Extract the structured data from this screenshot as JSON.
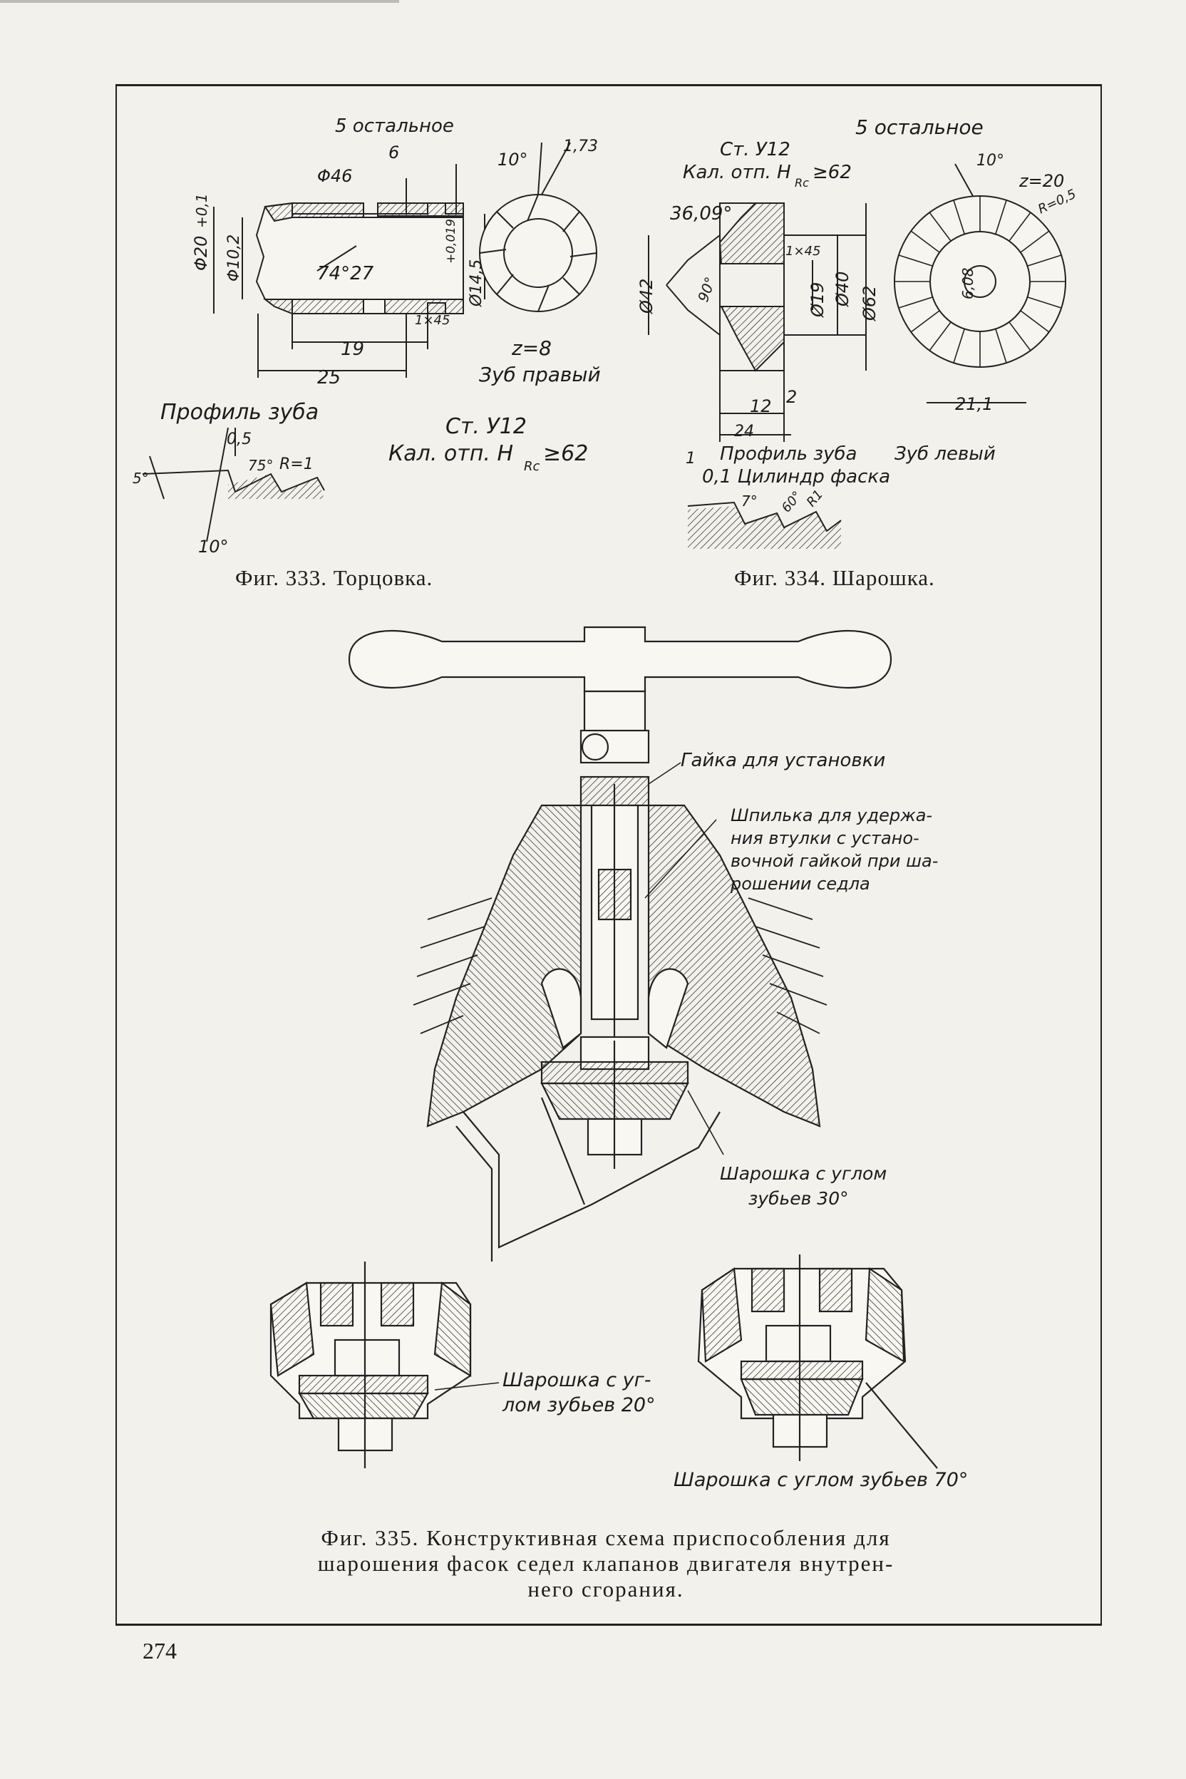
{
  "page_number": "274",
  "fig333": {
    "caption": "Фиг. 333. Торцовка.",
    "roughness": "5 остальное",
    "dims": {
      "d46": "Φ46",
      "six": "6",
      "d20": "Φ20",
      "tol20": "+0,1",
      "d102": "Φ10,2",
      "angle": "74°27",
      "d145": "Ø14,5",
      "tol145": "+0,019",
      "ch": "1×45",
      "l19": "19",
      "l25": "25",
      "ang10": "10°",
      "w173": "1,73",
      "z": "z=8",
      "tooth_dir": "Зуб правый"
    },
    "material_1": "Ст. У12",
    "material_2": "Кал. отп. H",
    "hrc_sub": "Rc",
    "hrc_val": "≥62",
    "profile": {
      "title": "Профиль зуба",
      "v05": "0,5",
      "a5": "5°",
      "a75": "75°",
      "r1": "R=1",
      "a10": "10°"
    }
  },
  "fig334": {
    "caption": "Фиг. 334. Шарошка.",
    "roughness": "5 остальное",
    "material_1": "Ст. У12",
    "material_2": "Кал. отп. H",
    "hrc_sub": "Rc",
    "hrc_val": "≥62",
    "dims": {
      "a3609": "36,09°",
      "d42": "Ø42",
      "a90": "90°",
      "ch145": "1×45",
      "d19": "Ø19",
      "d40": "Ø40",
      "d62": "Ø62",
      "l12": "12",
      "l2": "2",
      "l24": "24",
      "a10": "10°",
      "z": "z=20",
      "r": "R=0,5",
      "v608": "6,08",
      "l211": "21,1"
    },
    "profile_title": "Профиль зуба",
    "tooth_dir": "Зуб левый",
    "chamfer": "0,1 Цилиндр фаска",
    "v1": "1",
    "a7": "7°",
    "a60": "60°",
    "r1": "R1"
  },
  "fig335": {
    "caption_line1": "Фиг. 335. Конструктивная схема приспособления для",
    "caption_line2": "шарошения фасок седел клапанов двигателя внутрен-",
    "caption_line3": "него сгорания.",
    "label_nut": "Гайка для установки",
    "label_pin_1": "Шпилька для удержа-",
    "label_pin_2": "ния втулки с устано-",
    "label_pin_3": "вочной гайкой при ша-",
    "label_pin_4": "рошении седла",
    "label_cutter30_1": "Шарошка с углом",
    "label_cutter30_2": "зубьев 30°",
    "label_cutter20_1": "Шарошка с уг-",
    "label_cutter20_2": "лом зубьев 20°",
    "label_cutter70": "Шарошка с углом зубьев 70°"
  }
}
